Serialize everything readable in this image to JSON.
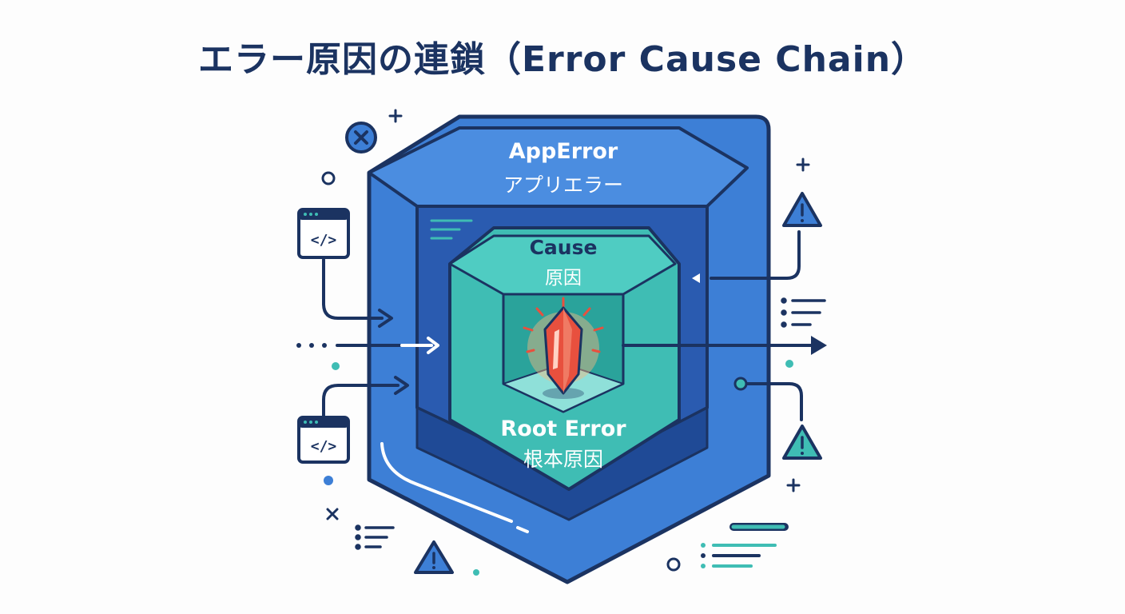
{
  "title": "エラー原因の連鎖（Error Cause Chain）",
  "layers": {
    "outer": {
      "name": "AppError",
      "sub": "アプリエラー"
    },
    "middle": {
      "name": "Cause",
      "sub": "原因"
    },
    "inner": {
      "name": "Root Error",
      "sub": "根本原因"
    }
  },
  "icons": {
    "code_window": "code-window-icon",
    "warning": "warning-icon",
    "error_circle": "x-circle-icon",
    "plus": "plus-icon",
    "list": "list-lines-icon",
    "crystal": "red-crystal-icon"
  },
  "colors": {
    "navy": "#1b3361",
    "blue": "#3d7fd6",
    "blue_dark": "#2a5bb0",
    "teal": "#3fbdb4",
    "crystal": "#e8503e"
  }
}
